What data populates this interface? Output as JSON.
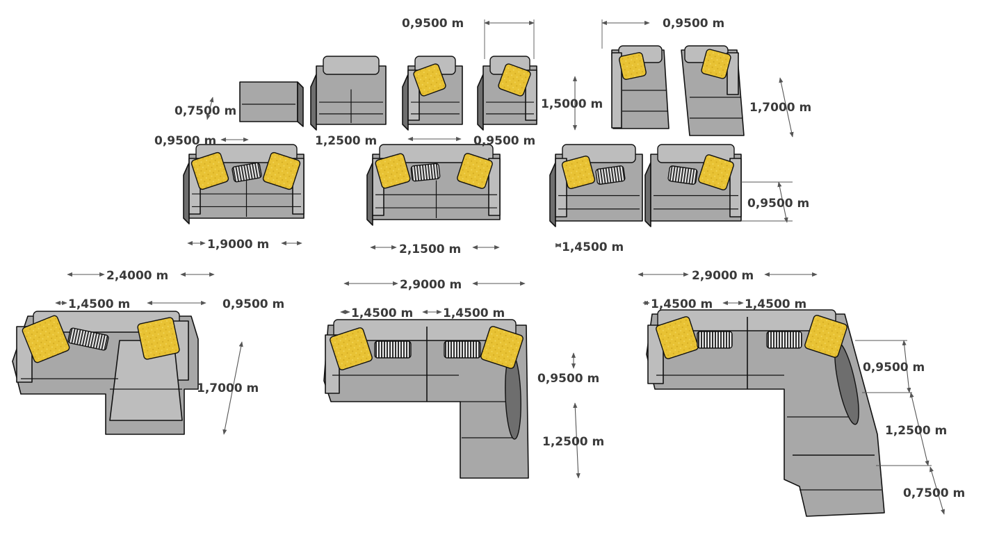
{
  "labels": {
    "ottoman_depth": "0,7500 m",
    "ottoman_width": "0,9500 m",
    "armless_width": "1,2500 m",
    "corner_pair_width": "0,9500 m",
    "corner_pair_width_top": "0,9500 m",
    "corner_depth": "1,5000 m",
    "chaise_width_top": "0,9500 m",
    "chaise_depth_top": "1,7000 m",
    "sofa_190": "1,9000 m",
    "sofa_215": "2,1500 m",
    "pair_width": "1,4500 m",
    "pair_depth": "0,9500 m",
    "sect1_total": "2,4000 m",
    "sect1_seat": "1,4500 m",
    "sect1_chaise_w": "0,9500 m",
    "sect1_depth": "1,7000 m",
    "sect2_total": "2,9000 m",
    "sect2_seat_a": "1,4500 m",
    "sect2_seat_b": "1,4500 m",
    "sect2_depth_a": "0,9500 m",
    "sect2_depth_b": "1,2500 m",
    "sect3_total": "2,9000 m",
    "sect3_seat_a": "1,4500 m",
    "sect3_seat_b": "1,4500 m",
    "sect3_depth_a": "0,9500 m",
    "sect3_depth_b": "1,2500 m",
    "sect3_depth_c": "0,7500 m"
  },
  "colors": {
    "fabric": "#a8a8a8",
    "fabric_light": "#bdbdbd",
    "fabric_dark": "#6e6e6e",
    "pillow_yellow": "#e8c234",
    "pillow_stripe": "#3a3a3a",
    "dimension_line": "#555555",
    "outline": "#111111"
  }
}
